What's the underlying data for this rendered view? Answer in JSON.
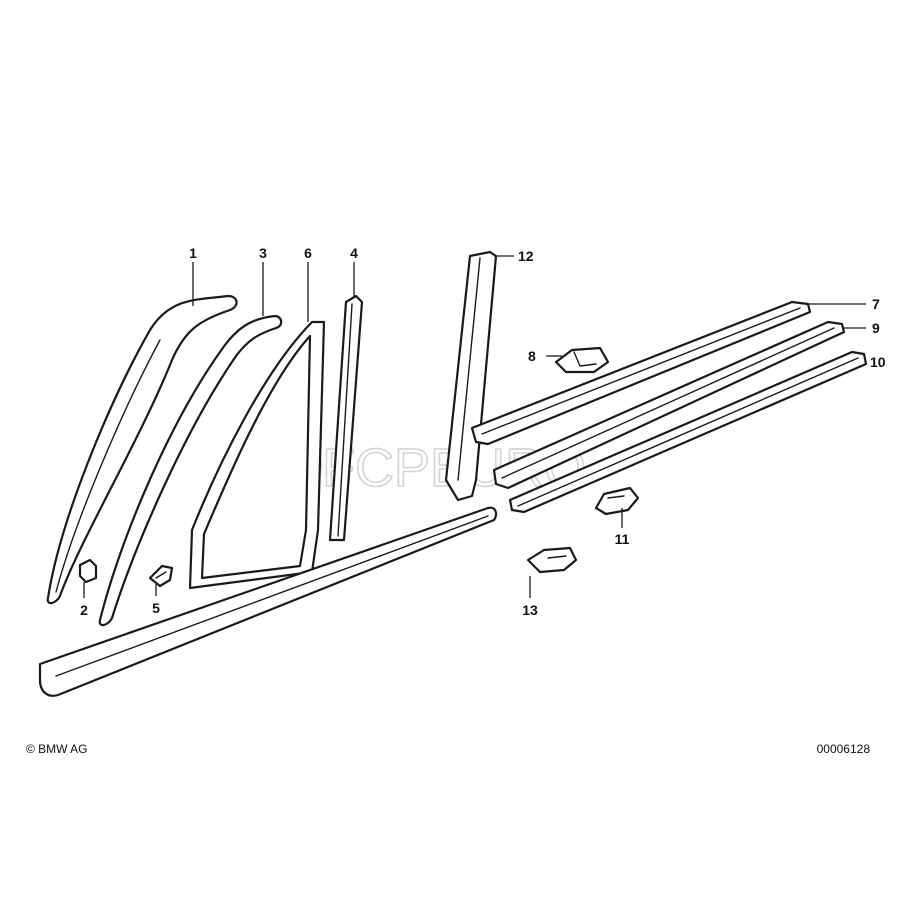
{
  "watermark": {
    "text": "FCPEURO"
  },
  "callouts": [
    {
      "id": "c1",
      "label": "1"
    },
    {
      "id": "c2",
      "label": "2"
    },
    {
      "id": "c3",
      "label": "3"
    },
    {
      "id": "c4",
      "label": "4"
    },
    {
      "id": "c5",
      "label": "5"
    },
    {
      "id": "c6",
      "label": "6"
    },
    {
      "id": "c7",
      "label": "7"
    },
    {
      "id": "c8",
      "label": "8"
    },
    {
      "id": "c9",
      "label": "9"
    },
    {
      "id": "c10",
      "label": "10"
    },
    {
      "id": "c11",
      "label": "11"
    },
    {
      "id": "c12",
      "label": "12"
    },
    {
      "id": "c13",
      "label": "13"
    }
  ],
  "footer": {
    "copyright": "© BMW AG",
    "diagram_id": "00006128"
  }
}
